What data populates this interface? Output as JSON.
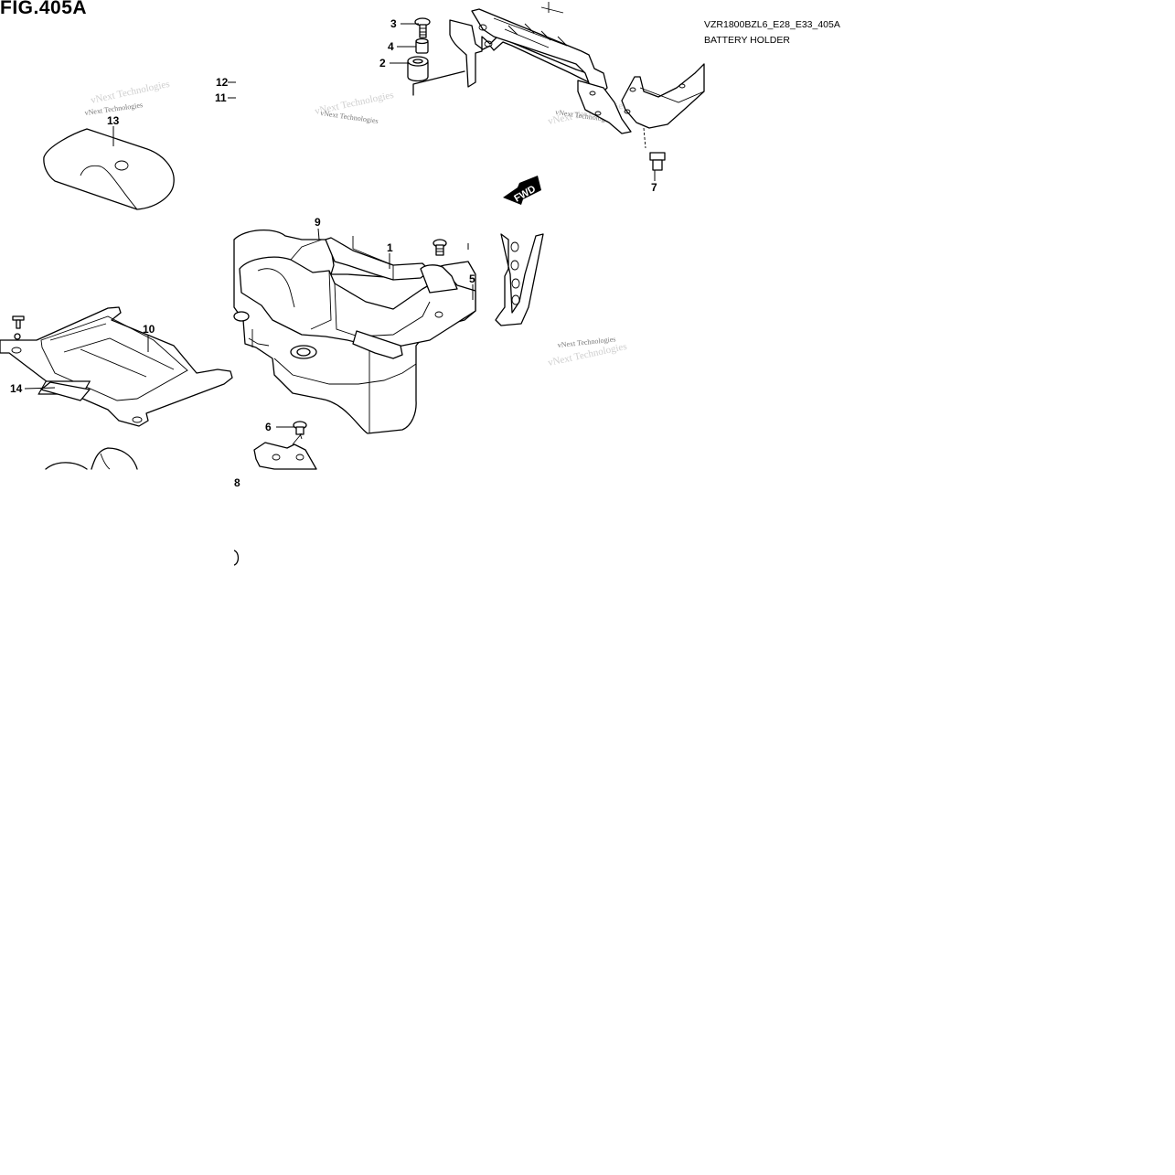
{
  "figure": {
    "title": "FIG.405A",
    "model_code": "VZR1800BZL6_E28_E33_405A",
    "section_title": "BATTERY HOLDER"
  },
  "direction_badge": "FWD",
  "watermark": "vNext Technologies",
  "callouts": [
    "1",
    "2",
    "3",
    "4",
    "5",
    "6",
    "7",
    "8",
    "9",
    "10",
    "11",
    "12",
    "13",
    "14"
  ]
}
